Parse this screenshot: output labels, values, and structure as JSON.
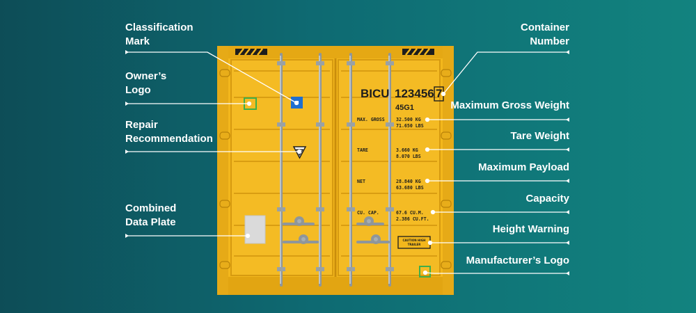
{
  "labels_left": {
    "classification_mark": [
      "Classification",
      "Mark"
    ],
    "owners_logo": [
      "Owner’s",
      "Logo"
    ],
    "repair_recommendation": [
      "Repair",
      "Recommendation"
    ],
    "combined_data_plate": [
      "Combined",
      "Data Plate"
    ]
  },
  "labels_right": {
    "container_number": [
      "Container",
      "Number"
    ],
    "max_gross_weight": "Maximum Gross Weight",
    "tare_weight": "Tare Weight",
    "max_payload": "Maximum Payload",
    "capacity": "Capacity",
    "height_warning": "Height Warning",
    "manufacturers_logo": "Manufacturer’s Logo"
  },
  "container": {
    "owner_code": "BICU",
    "serial": "123456",
    "check_digit": "7",
    "size_type": "45G1",
    "max_gross_label": "MAX. GROSS",
    "max_gross_kg": "32.500 KG",
    "max_gross_lbs": "71.650 LBS",
    "tare_label": "TARE",
    "tare_kg": "3.660 KG",
    "tare_lbs": "8.070 LBS",
    "net_label": "NET",
    "net_kg": "28.840 KG",
    "net_lbs": "63.680 LBS",
    "cucap_label": "CU. CAP.",
    "cucap_m": "67.6 CU.M.",
    "cucap_ft": "2.386 CU.FT.",
    "caution_line1": "CAUTION HIGH",
    "caution_line2": "TRAILER"
  },
  "colors": {
    "background_left": "#0d4d57",
    "background_right": "#12837f",
    "container_yellow": "#f3b71c",
    "owner_logo_green": "#3fae49",
    "classification_blue": "#1f6fd1"
  }
}
